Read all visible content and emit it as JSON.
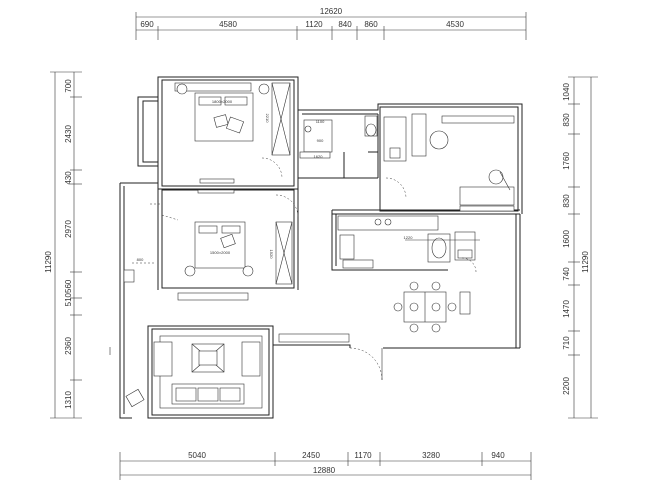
{
  "dimensions": {
    "top_total": "12620",
    "top_segments": [
      "690",
      "4580",
      "1120",
      "840",
      "860",
      "4530"
    ],
    "bottom_total": "12880",
    "bottom_segments": [
      "5040",
      "2450",
      "1170",
      "3280",
      "940"
    ],
    "left_total": "11290",
    "left_segments": [
      "700",
      "2430",
      "430",
      "2970",
      "510560",
      "2360",
      "1310"
    ],
    "right_total": "11290",
    "right_segments": [
      "1040",
      "830",
      "1760",
      "830",
      "1600",
      "740",
      "1470",
      "710",
      "2200"
    ]
  },
  "room_labels": {
    "master_bed": "1800×2000",
    "second_bed": "1500×2000",
    "wardrobe_1": "2210",
    "wardrobe_2": "1520"
  },
  "small_dims": [
    "1100",
    "900",
    "1220",
    "800",
    "1620"
  ]
}
